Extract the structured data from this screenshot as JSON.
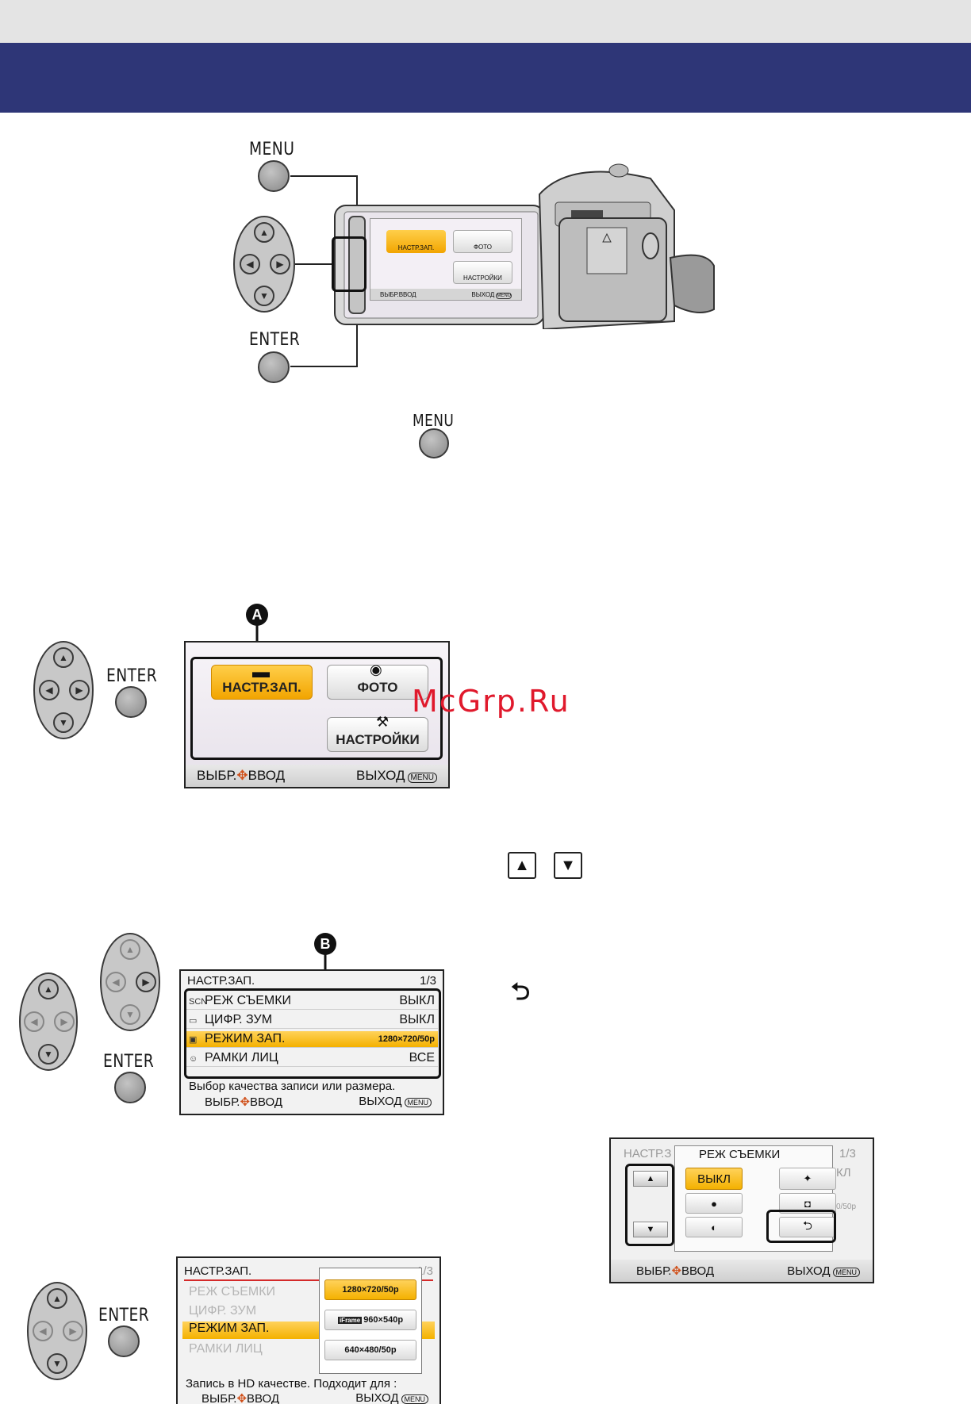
{
  "header": {
    "top_color": "#e4e4e4",
    "band_color": "#2e3677"
  },
  "labels": {
    "menu": "MENU",
    "enter": "ENTER"
  },
  "watermark": "McGrp.Ru",
  "callouts": {
    "a": "A",
    "b": "B"
  },
  "top_menu": {
    "items": [
      "НАСТР.ЗАП.",
      "ФОТО",
      "НАСТРОЙКИ"
    ],
    "footer_left": "ВЫБР.",
    "footer_mid": "ВВОД",
    "footer_right": "ВЫХОД",
    "menu_key": "MENU"
  },
  "rec_list": {
    "title": "НАСТР.ЗАП.",
    "page": "1/3",
    "rows": [
      {
        "icon": "SCN",
        "label": "РЕЖ СЪЕМКИ",
        "value": "ВЫКЛ"
      },
      {
        "icon": "▭",
        "label": "ЦИФР. ЗУМ",
        "value": "ВЫКЛ"
      },
      {
        "icon": "▣",
        "label": "РЕЖИМ ЗАП.",
        "value": "1280×720/50p"
      },
      {
        "icon": "☺",
        "label": "РАМКИ ЛИЦ",
        "value": "ВСЕ"
      }
    ],
    "hint": "Выбор качества записи или размера."
  },
  "quality_popup": {
    "hint": "Запись в HD качестве. Подходит для :",
    "options": [
      "1280×720/50p",
      "960×540p",
      "640×480/50p"
    ],
    "iframe_tag": "iFrame"
  },
  "scene_popup": {
    "title": "РЕЖ СЪЕМКИ",
    "under_title": "НАСТР.З",
    "under_page": "1/3",
    "under_value": "КЛ",
    "selected": "ВЫКЛ",
    "under_right": [
      "КЛ",
      "0/50p"
    ]
  },
  "keys": {
    "up": "▲",
    "down": "▼",
    "return": "⮌"
  }
}
